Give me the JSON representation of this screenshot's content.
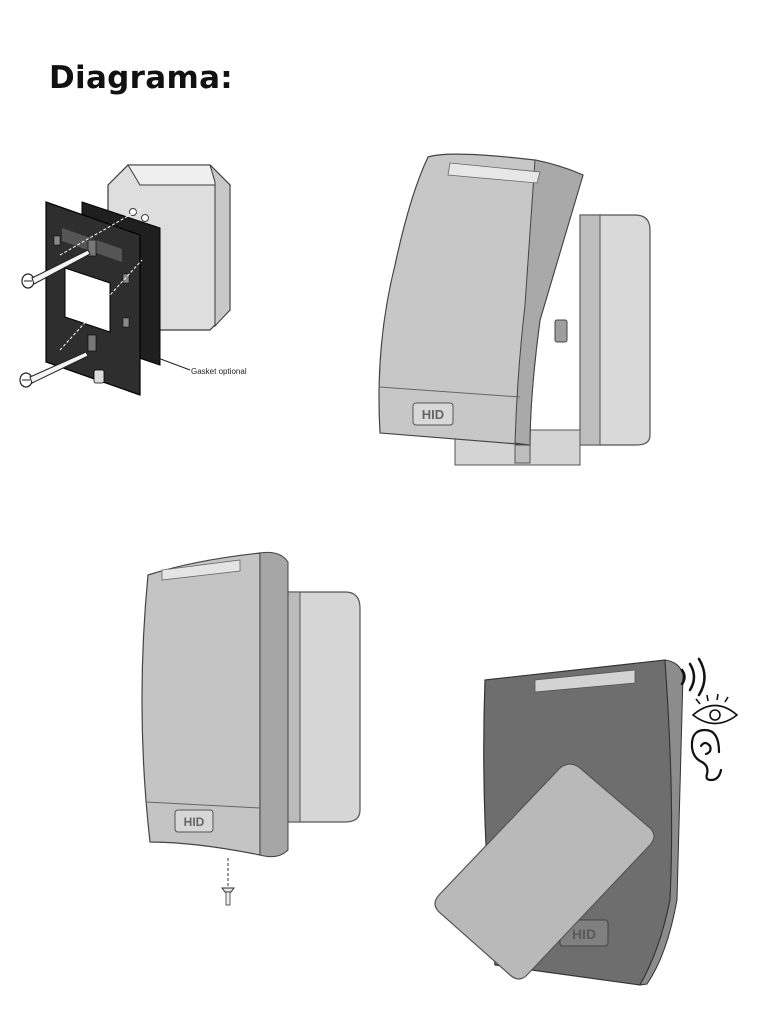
{
  "page": {
    "title": "Diagrama:"
  },
  "step1": {
    "gasket_label": "Gasket optional"
  },
  "logos": {
    "brand": "HID"
  },
  "colors": {
    "body_light": "#c9c9c9",
    "body_mid": "#b3b3b3",
    "body_dark": "#7d7d7d",
    "outline": "#3a3a3a",
    "plate": "#2b2b2b"
  },
  "icons": [
    "screw-icon",
    "sound-waves-icon",
    "eye-icon",
    "ear-icon",
    "access-card-icon"
  ]
}
